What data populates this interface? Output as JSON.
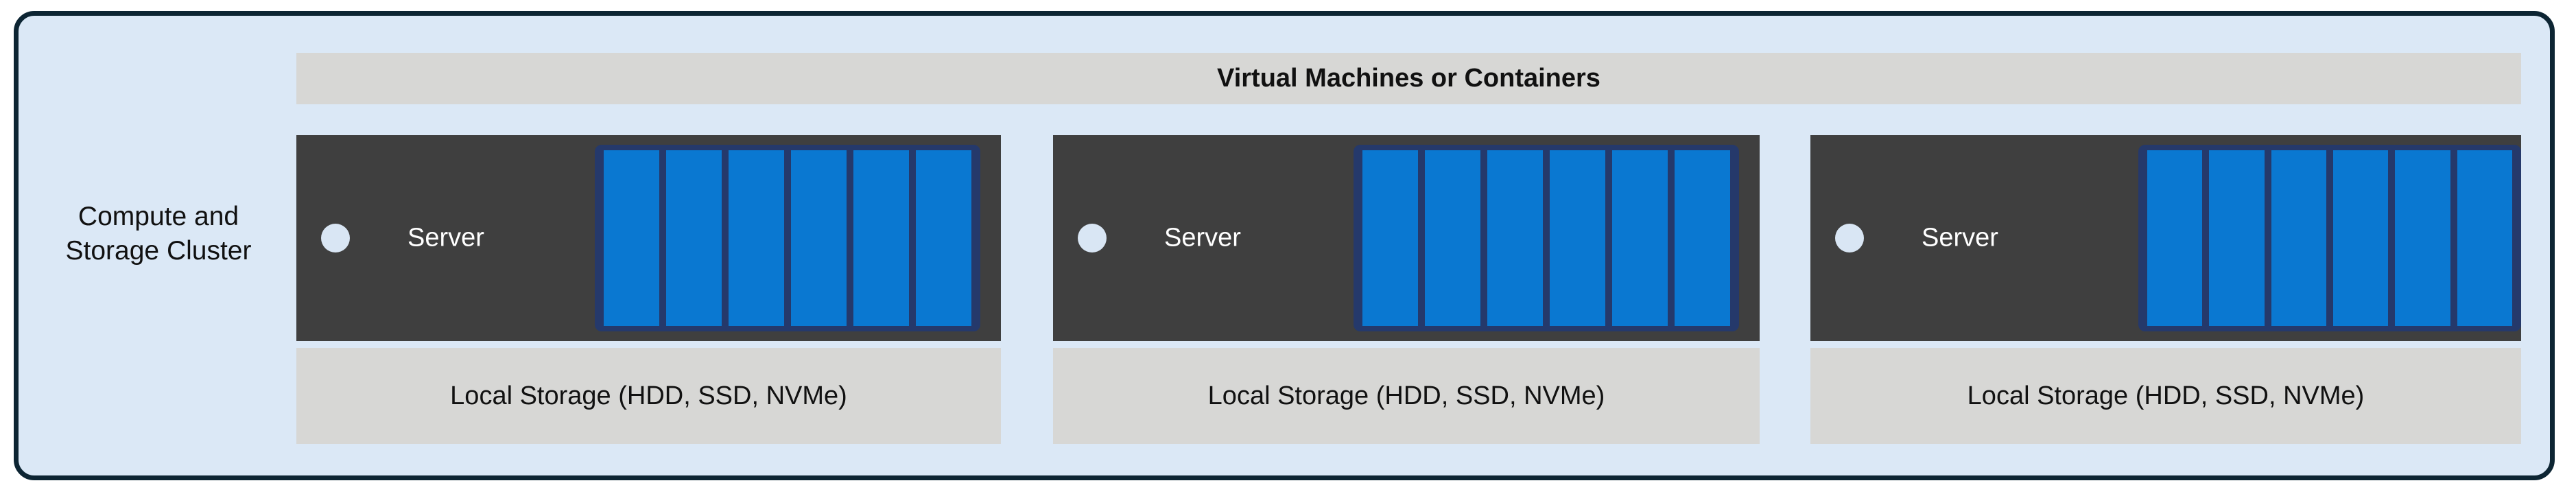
{
  "diagram": {
    "title": "Compute and Storage Cluster",
    "frame": {
      "background_color": "#dbe8f6",
      "border_color": "#0d2533"
    },
    "cluster_label": {
      "line1": "Compute and",
      "line2": "Storage Cluster"
    },
    "banner": {
      "label": "Virtual Machines or Containers",
      "background_color": "#d7d7d5"
    },
    "palette": {
      "server_color": "#3f3f3f",
      "vm_color": "#0a78d1",
      "vm_border_color": "#25396b",
      "storage_color": "#d7d7d5",
      "dot_color": "#d9e6f4"
    },
    "nodes": [
      {
        "server_label": "Server",
        "storage_label": "Local Storage (HDD, SSD, NVMe)",
        "vm_count": 6
      },
      {
        "server_label": "Server",
        "storage_label": "Local Storage (HDD, SSD, NVMe)",
        "vm_count": 6
      },
      {
        "server_label": "Server",
        "storage_label": "Local Storage (HDD, SSD, NVMe)",
        "vm_count": 6
      }
    ]
  }
}
